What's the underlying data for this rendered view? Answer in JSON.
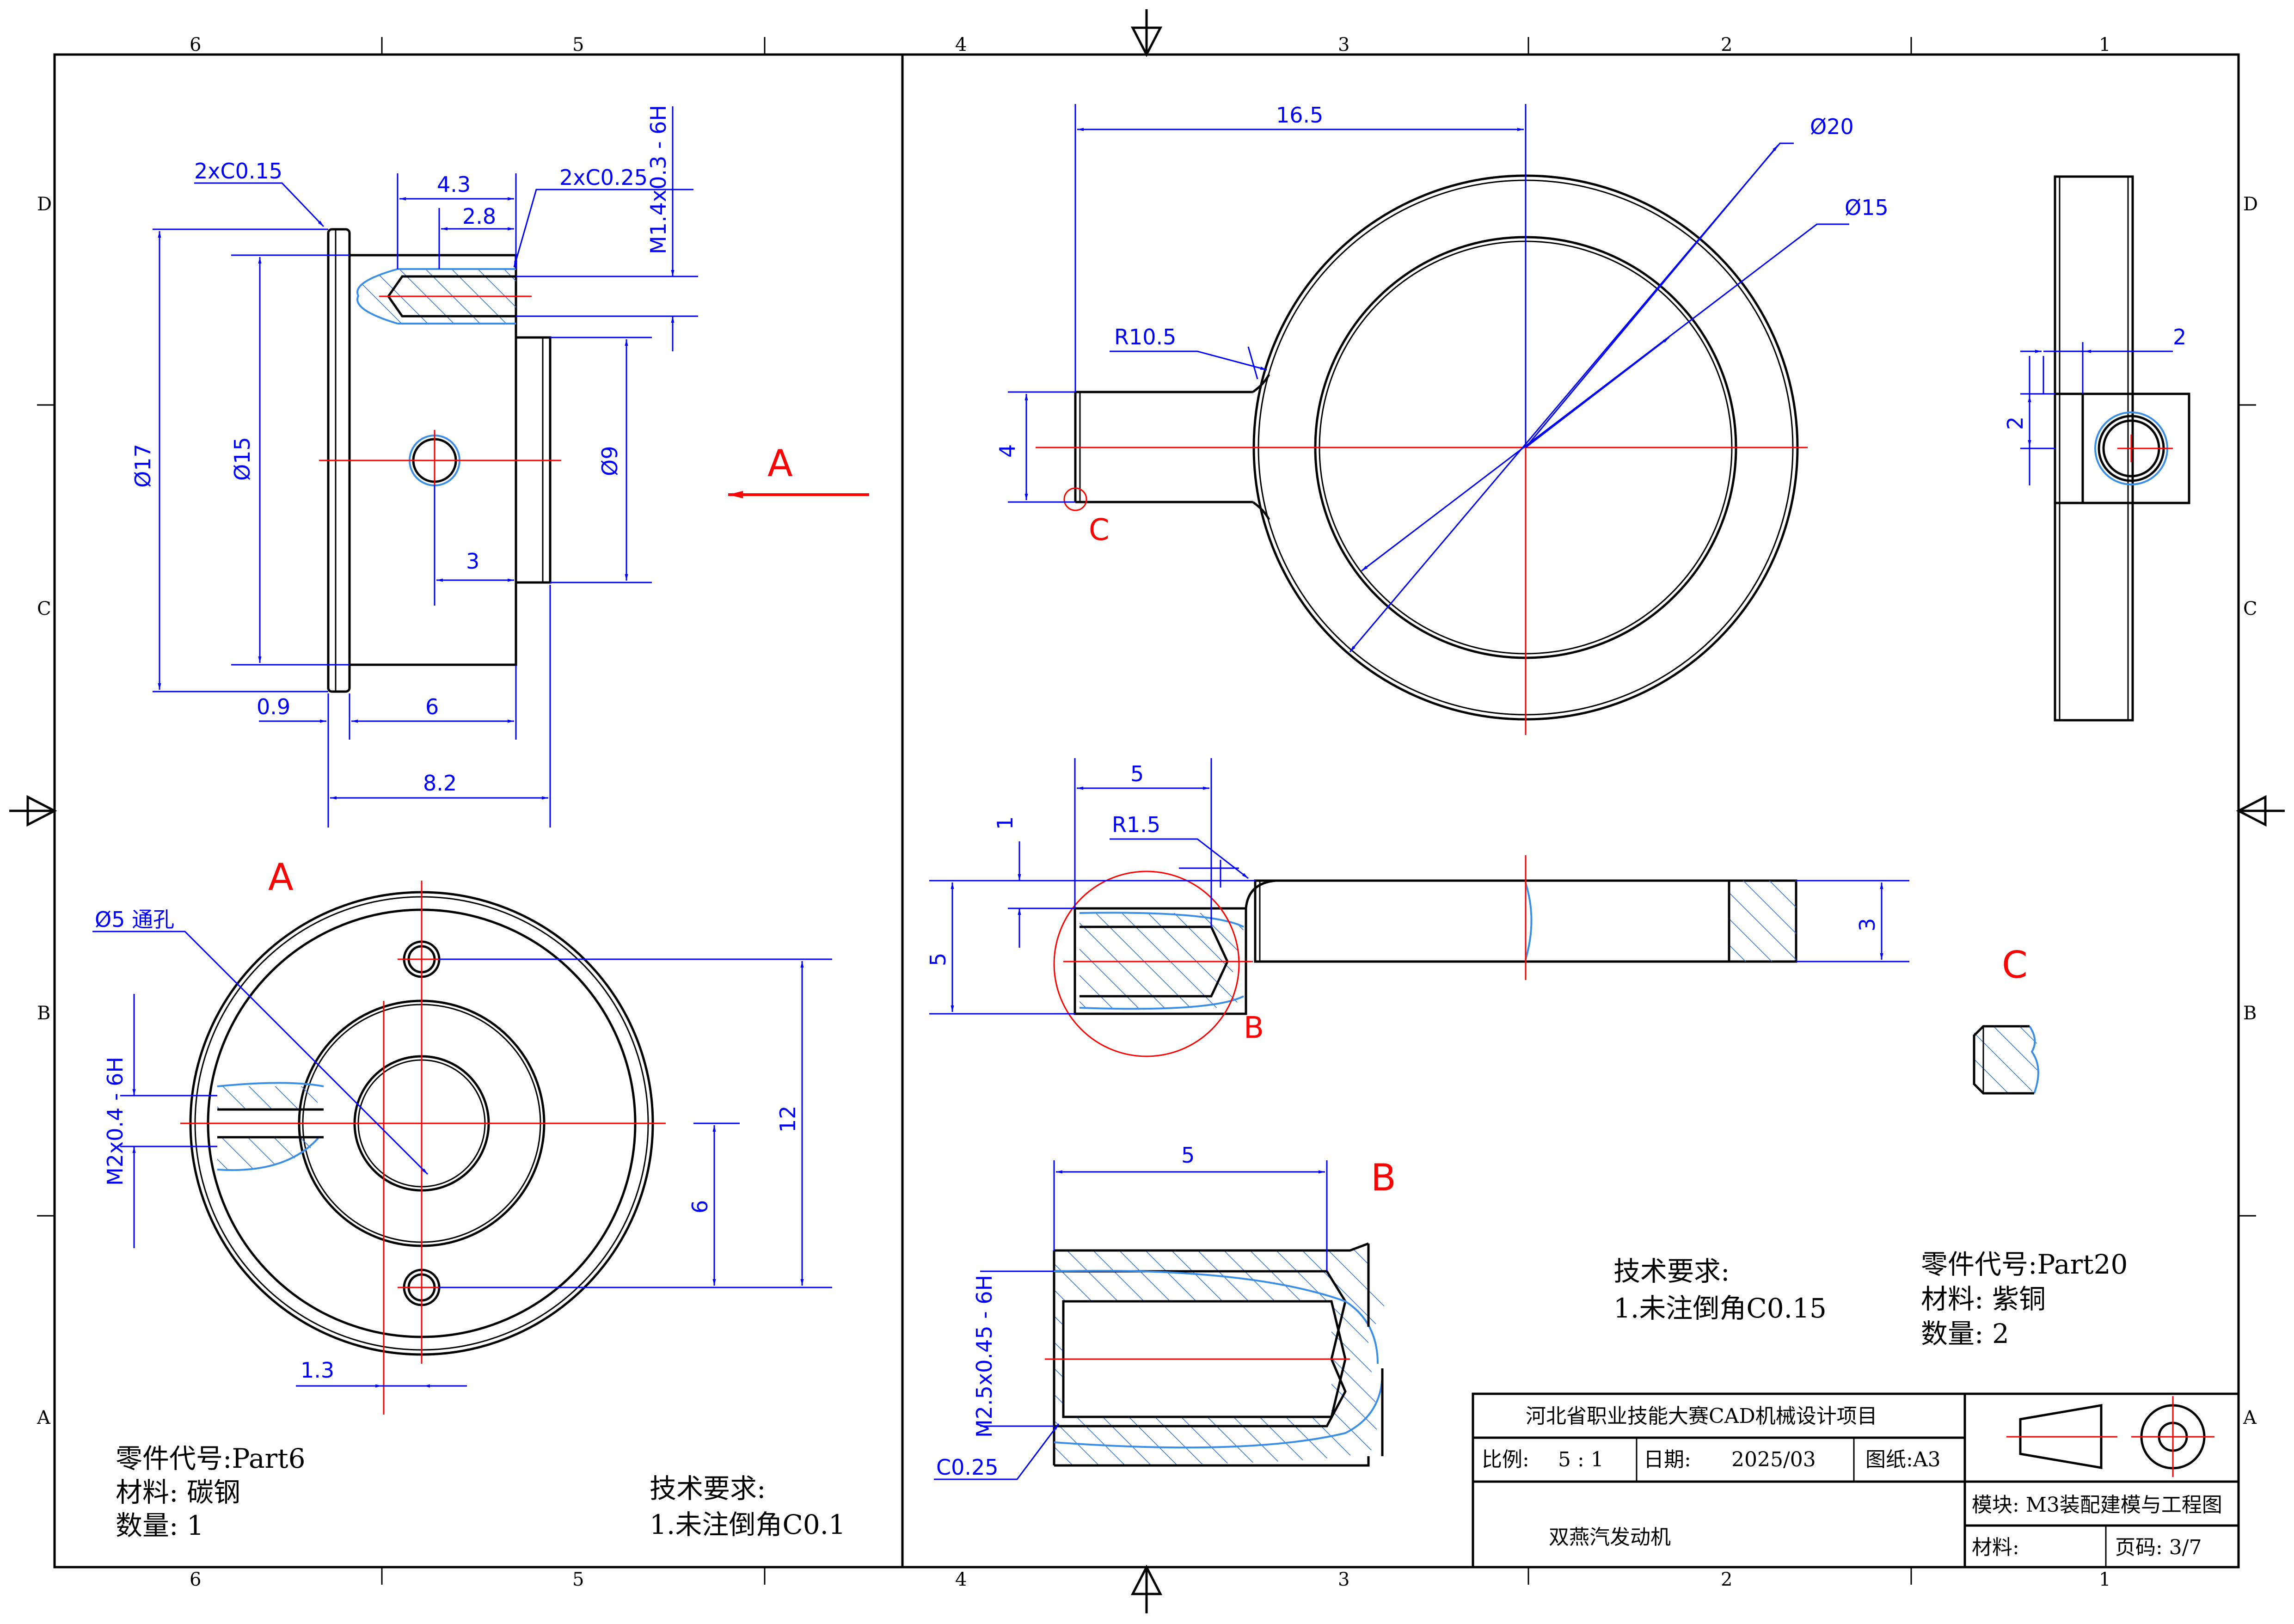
{
  "colors": {
    "object_line": "#000000",
    "dimension": "#0000ff",
    "center_line": "#ff0000",
    "hatch": "#2a6fd6",
    "annotation_red": "#ff0000"
  },
  "zones": {
    "columns": [
      "6",
      "5",
      "4",
      "3",
      "2",
      "1"
    ],
    "rows": [
      "D",
      "C",
      "B",
      "A"
    ]
  },
  "left_part": {
    "side_view": {
      "dims": {
        "chamfer_a": "2xC0.15",
        "chamfer_b": "2xC0.25",
        "thread": "M1.4x0.3 - 6H",
        "d_17": "Ø17",
        "d_15": "Ø15",
        "d_9": "Ø9",
        "w_4_3": "4.3",
        "w_2_8": "2.8",
        "w_3": "3",
        "w_0_9": "0.9",
        "w_6": "6",
        "w_8_2": "8.2"
      },
      "view_arrow_label": "A"
    },
    "view_a": {
      "label": "A",
      "dims": {
        "hole": "Ø5 通孔",
        "thread": "M2x0.4 - 6H",
        "h_12": "12",
        "h_6": "6",
        "w_1_3": "1.3"
      }
    },
    "info": {
      "part_code": "零件代号:Part6",
      "material": "材料: 碳钢",
      "quantity": "数量: 1"
    },
    "tech": {
      "title": "技术要求:",
      "item": "1.未注倒角C0.1"
    }
  },
  "right_part": {
    "front_view": {
      "dims": {
        "len_16_5": "16.5",
        "d_20": "Ø20",
        "d_15": "Ø15",
        "r_10_5": "R10.5",
        "h_4": "4"
      },
      "detail_mark": "C"
    },
    "side_view": {
      "dims": {
        "w_2": "2",
        "h_2": "2"
      }
    },
    "section_view": {
      "dims": {
        "w_5": "5",
        "h_1": "1",
        "r_1_5": "R1.5",
        "h_5": "5",
        "h_3": "3"
      },
      "detail_mark": "B"
    },
    "detail_c_label": "C",
    "detail_b": {
      "label": "B",
      "dims": {
        "w_5": "5",
        "thread": "M2.5x0.45 - 6H",
        "chamfer": "C0.25"
      }
    },
    "tech": {
      "title": "技术要求:",
      "item": "1.未注倒角C0.15"
    },
    "info": {
      "part_code": "零件代号:Part20",
      "material": "材料: 紫铜",
      "quantity": "数量: 2"
    }
  },
  "title_block": {
    "project": "河北省职业技能大赛CAD机械设计项目",
    "scale_label": "比例:",
    "scale_value": "5 : 1",
    "date_label": "日期:",
    "date_value": "2025/03",
    "sheet_size": "图纸:A3",
    "drawing_name": "双燕汽发动机",
    "module": "模块: M3装配建模与工程图",
    "material_label": "材料:",
    "page": "页码: 3/7"
  }
}
